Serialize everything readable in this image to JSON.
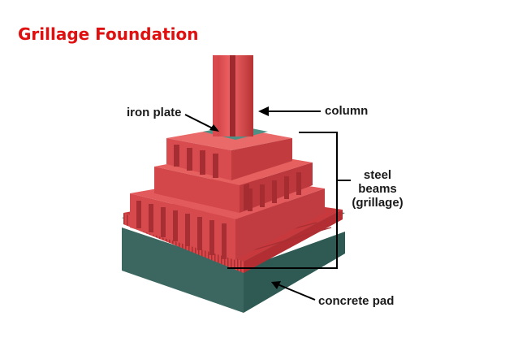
{
  "title": "Grillage Foundation",
  "labels": {
    "iron_plate": "iron plate",
    "column": "column",
    "steel_beams_line1": "steel",
    "steel_beams_line2": "beams",
    "steel_beams_line3": "(grillage)",
    "concrete_pad": "concrete pad"
  },
  "colors": {
    "title": "#e01010",
    "steel": "#e0504f",
    "steel_dark": "#b83436",
    "concrete": "#3f6e66",
    "iron_plate": "#4f8f84"
  }
}
